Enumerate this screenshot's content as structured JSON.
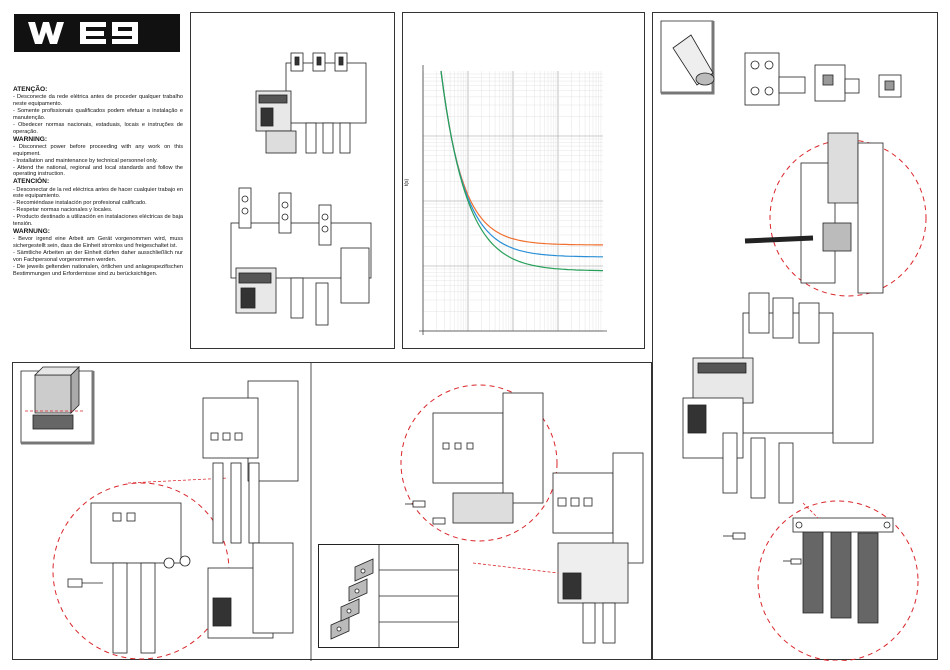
{
  "brand": {
    "logo_text": "WEG"
  },
  "safety": {
    "sections": [
      {
        "heading": "ATENÇÃO:",
        "lines": [
          "- Desconecte da rede elétrica antes de proceder qualquer trabalho neste equipamento.",
          "- Somente profissionais qualificados podem efetuar a instalação e manutenção.",
          "- Obedecer normas nacionais, estaduais, locais e instruções de operação."
        ]
      },
      {
        "heading": "WARNING:",
        "lines": [
          "- Disconnect power before proceeding with any work on this equipment.",
          "- Installation and maintenance by technical personnel only.",
          "- Attend the national, regional and local standards and follow the operating instruction."
        ]
      },
      {
        "heading": "ATENCIÓN:",
        "lines": [
          "- Desconectar de la red eléctrica antes de hacer cualquier trabajo en este equipamiento.",
          "- Recomiéndase instalación por profesional calificado.",
          "- Respetar normas nacionales y locales.",
          "- Producto destinado a utilización en instalaciones eléctricas de baja tensión."
        ]
      },
      {
        "heading": "WARNUNG:",
        "lines": [
          "- Bevor irgend eine Arbeit am Gerät vorgenommen wird, muss sichergestellt sein, dass die Einheit stromlos und freigeschaltet ist.",
          "- Sämtliche Arbeiten an der Einheit dürfen daher ausschließlich nur von Fachpersonal vorgenommen werden.",
          "- Die jeweils geltenden nationalen, örtlichen und anlagespezifischen Bestimmungen und Erfordernisse sind zu berücksichtigen."
        ]
      }
    ]
  },
  "chart": {
    "ylabel": "t(s)",
    "series_colors": [
      "#f07030",
      "#2a8fd6",
      "#28a05a"
    ]
  },
  "colors": {
    "callout_red": "#d9262b",
    "line": "#222222"
  }
}
